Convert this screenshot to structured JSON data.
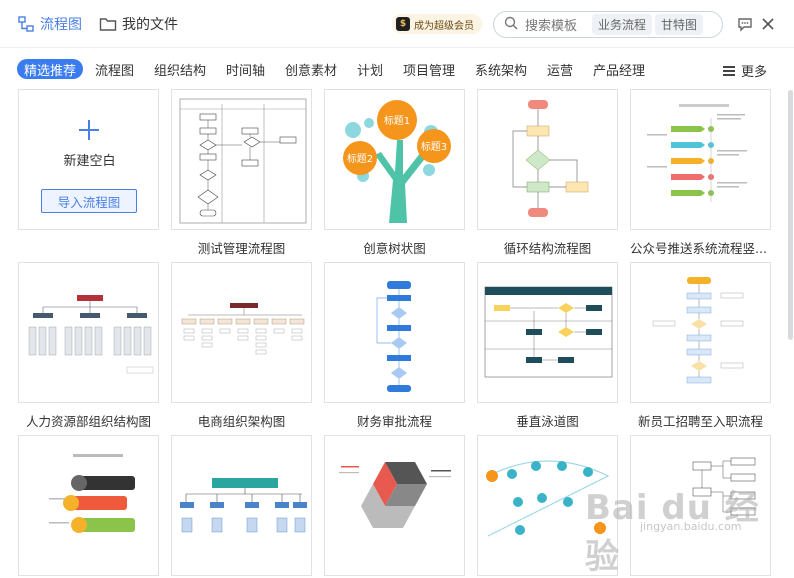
{
  "header": {
    "tab_flowchart": "流程图",
    "tab_my_files": "我的文件",
    "vip_label": "成为超级会员",
    "vip_badge": "$",
    "search_placeholder": "搜索模板",
    "search_chips": [
      "业务流程",
      "甘特图"
    ]
  },
  "categories": [
    "精选推荐",
    "流程图",
    "组织结构",
    "时间轴",
    "创意素材",
    "计划",
    "项目管理",
    "系统架构",
    "运营",
    "产品经理"
  ],
  "more_label": "更多",
  "new_card": {
    "label": "新建空白",
    "import_label": "导入流程图"
  },
  "templates": [
    "测试管理流程图",
    "创意树状图",
    "循环结构流程图",
    "公众号推送系统流程竖...",
    "人力资源部组织结构图",
    "电商组织架构图",
    "财务审批流程",
    "垂直泳道图",
    "新员工招聘至入职流程"
  ],
  "tree_labels": [
    "标题1",
    "标题2",
    "标题3"
  ],
  "watermark": "Bai du 经验",
  "watermark_sub": "jingyan.baidu.com",
  "colors": {
    "accent": "#4a7fe6",
    "active_tab": "#3a7bf0",
    "vip_bg": "#fbf3e3"
  }
}
